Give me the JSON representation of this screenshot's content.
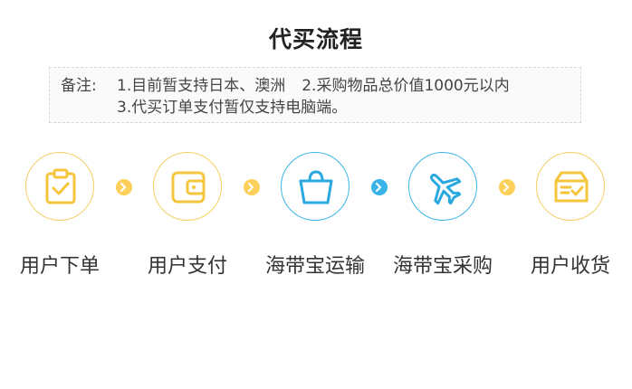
{
  "title": "代买流程",
  "note": {
    "label": "备注:",
    "line1_a": "1.目前暂支持日本、澳洲",
    "line1_b": "2.采购物品总价值1000元以内",
    "line2": "3.代买订单支付暂仅支持电脑端。"
  },
  "steps": [
    {
      "label": "用户下单",
      "icon": "clipboard-check-icon",
      "color": "#f5c63c"
    },
    {
      "label": "用户支付",
      "icon": "wallet-icon",
      "color": "#f5c63c"
    },
    {
      "label": "海带宝运输",
      "icon": "shopping-basket-icon",
      "color": "#2aa9e0"
    },
    {
      "label": "海带宝采购",
      "icon": "airplane-icon",
      "color": "#2aa9e0"
    },
    {
      "label": "用户收货",
      "icon": "package-check-icon",
      "color": "#f5c63c"
    }
  ],
  "arrows": [
    {
      "icon": "chevron-right-icon",
      "color": "#fcd05a"
    },
    {
      "icon": "chevron-right-icon",
      "color": "#fcd05a"
    },
    {
      "icon": "chevron-right-icon",
      "color": "#3ab4e6"
    },
    {
      "icon": "chevron-right-icon",
      "color": "#fcd05a"
    }
  ]
}
